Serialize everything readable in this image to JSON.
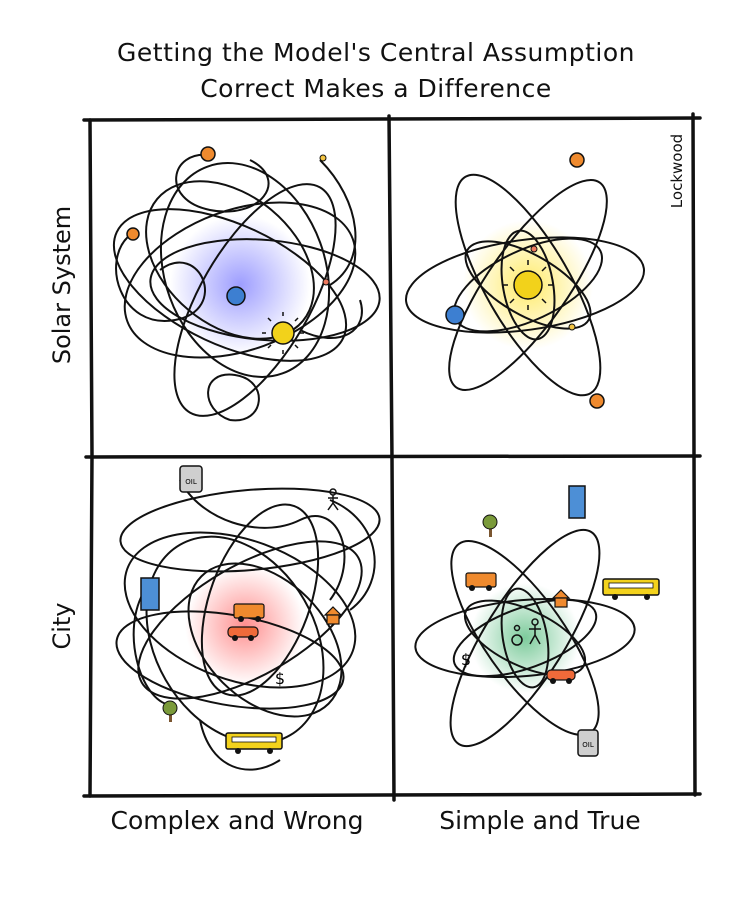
{
  "title": {
    "line1": "Getting the Model's Central Assumption",
    "line2": "Correct Makes a Difference"
  },
  "rows": [
    "Solar System",
    "City"
  ],
  "columns": [
    "Complex and Wrong",
    "Simple and True"
  ],
  "signature": "Lockwood",
  "icons": {
    "oil_label": "OIL",
    "dollar": "$"
  },
  "colors": {
    "ink": "#111111",
    "sun": "#f2d21b",
    "earth": "#3d7fd1",
    "planet_orange": "#ef8a2e",
    "glow_blue": "#8c8cff",
    "glow_yellow": "#ffe95a",
    "glow_red": "#ff7b7b",
    "glow_green": "#66c28a",
    "bus": "#f3d21c",
    "building": "#4d8fd6",
    "tree": "#7a9a3a"
  }
}
